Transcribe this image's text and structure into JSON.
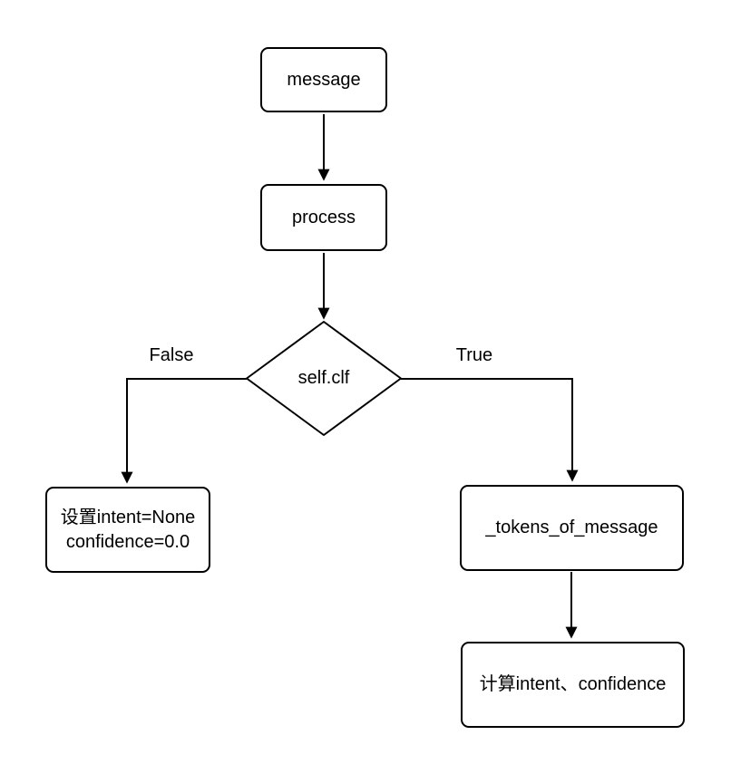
{
  "diagram": {
    "background": "#ffffff",
    "stroke": "#000000",
    "node_fill": "#ffffff",
    "nodes": {
      "message": {
        "label": "message"
      },
      "process": {
        "label": "process"
      },
      "decision": {
        "label": "self.clf"
      },
      "set_intent": {
        "line1": "设置intent=None",
        "line2": "confidence=0.0"
      },
      "tokens": {
        "label": "_tokens_of_message"
      },
      "compute": {
        "label": "计算intent、confidence"
      }
    },
    "branch_labels": {
      "false": "False",
      "true": "True"
    }
  }
}
